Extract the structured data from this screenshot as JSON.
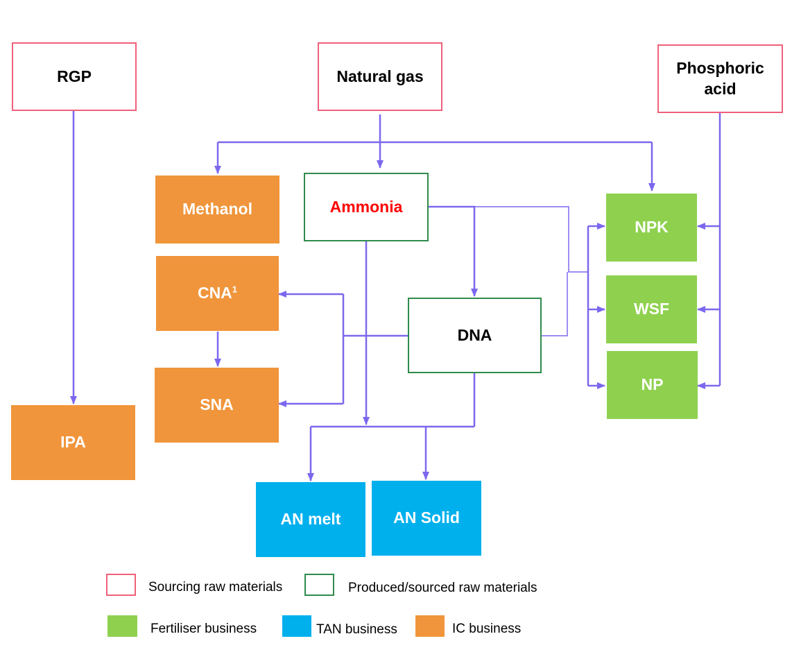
{
  "nodes": {
    "rgp": "RGP",
    "natural_gas": "Natural gas",
    "phosphoric_acid": "Phosphoric acid",
    "methanol": "Methanol",
    "ammonia": "Ammonia",
    "cna": "CNA",
    "cna_footnote": "1",
    "sna": "SNA",
    "dna": "DNA",
    "ipa": "IPA",
    "an_melt": "AN melt",
    "an_solid": "AN Solid",
    "npk": "NPK",
    "wsf": "WSF",
    "np": "NP"
  },
  "legend": {
    "sourcing": "Sourcing raw materials",
    "produced": "Produced/sourced raw materials",
    "fertiliser": "Fertiliser business",
    "tan": "TAN business",
    "ic": "IC business"
  },
  "colors": {
    "sourcing_border": "#f0607a",
    "produced_border": "#2e8b4b",
    "ic": "#f0953b",
    "fertiliser": "#8fd14f",
    "tan": "#00b0ed",
    "arrow": "#7b68ee",
    "ammonia_text": "#ff0000"
  }
}
